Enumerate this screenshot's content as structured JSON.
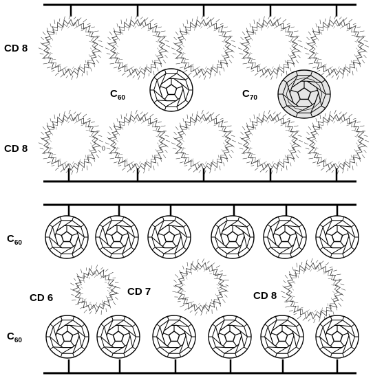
{
  "labels": {
    "top_cd8_upper": "CD 8",
    "top_cd8_lower": "CD 8",
    "c60_mid_base": "C",
    "c60_mid_sub": "60",
    "c70_mid_base": "C",
    "c70_mid_sub": "70",
    "stray_zero": "0",
    "bottom_c60_upper_base": "C",
    "bottom_c60_upper_sub": "60",
    "bottom_c60_lower_base": "C",
    "bottom_c60_lower_sub": "60",
    "cd6": "CD 6",
    "cd7": "CD 7",
    "cd8_bottom": "CD 8"
  },
  "icons": {
    "cyclodextrin": "cyclodextrin-ring-icon",
    "fullerene_c60": "fullerene-c60-icon",
    "fullerene_c70": "fullerene-c70-icon"
  },
  "colors": {
    "line": "#000000",
    "c70_fill": "#e6e6e6"
  }
}
